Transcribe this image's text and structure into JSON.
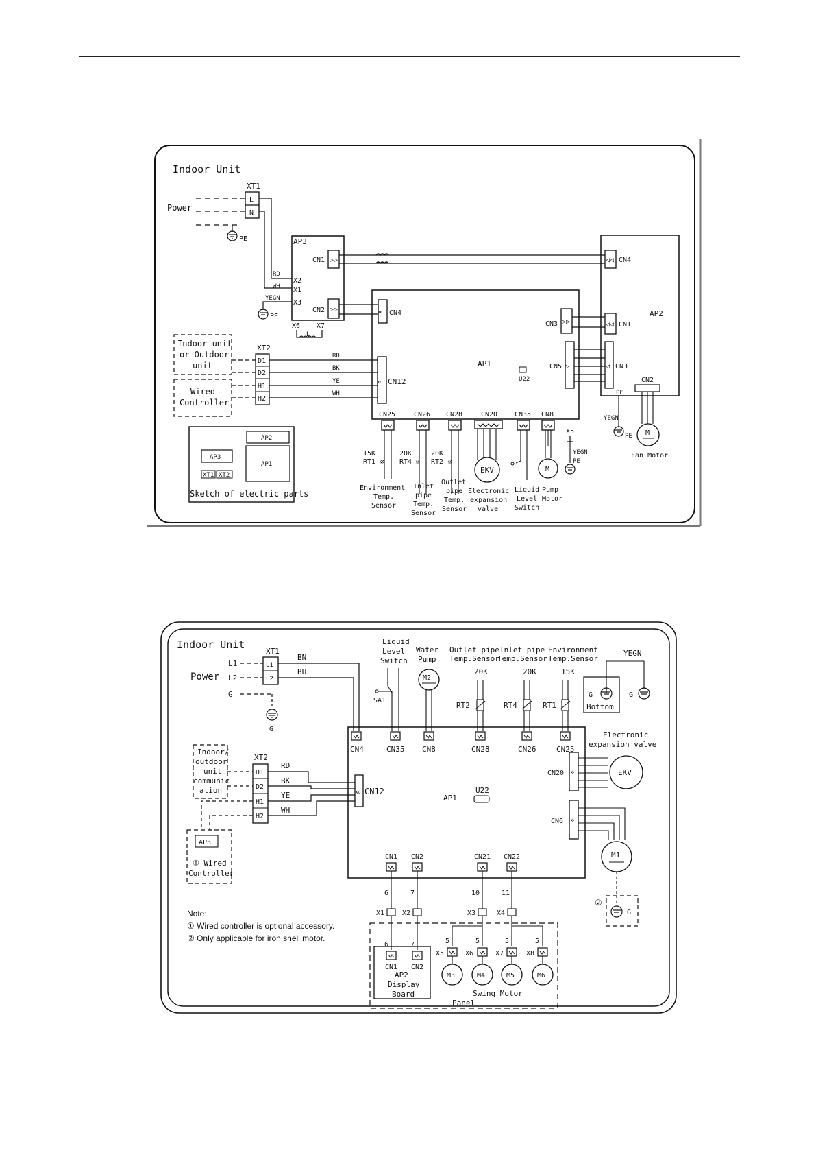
{
  "d1": {
    "title": "Indoor Unit",
    "power": "Power",
    "xt1": "XT1",
    "xt1_l": "L",
    "xt1_n": "N",
    "pe": "PE",
    "ap3": "AP3",
    "ap3_cn1": "CN1",
    "ap3_cn2": "CN2",
    "rd": "RD",
    "wh": "WH",
    "yegn": "YEGN",
    "x1": "X1",
    "x2": "X2",
    "x3": "X3",
    "x6": "X6",
    "x7": "X7",
    "l": "L",
    "box_outdoor": [
      "Indoor unit",
      "or Outdoor",
      "unit"
    ],
    "box_wired": [
      "Wired",
      "Controller"
    ],
    "xt2": "XT2",
    "d1t": "D1",
    "d2t": "D2",
    "h1t": "H1",
    "h2t": "H2",
    "rd2": "RD",
    "bk": "BK",
    "ye": "YE",
    "wh2": "WH",
    "ap1": "AP1",
    "u22": "U22",
    "cn4": "CN4",
    "cn12": "CN12",
    "cn3": "CN3",
    "cn5": "CN5",
    "cn25": "CN25",
    "cn26": "CN26",
    "cn28": "CN28",
    "cn20": "CN20",
    "cn35": "CN35",
    "cn8": "CN8",
    "x5": "X5",
    "yegn_pe": [
      "YEGN",
      "PE"
    ],
    "ap2": "AP2",
    "ap2_cn4": "CN4",
    "ap2_cn1": "CN1",
    "ap2_cn3": "CN3",
    "ap2_cn2": "CN2",
    "ap2_pe": "PE",
    "yegn3": "YEGN",
    "pe3": "PE",
    "m": "M",
    "fan_motor": "Fan Motor",
    "rt1": [
      "15K",
      "RT1"
    ],
    "rt4": [
      "20K",
      "RT4"
    ],
    "rt2": [
      "20K",
      "RT2"
    ],
    "ekv": "EKV",
    "pump_m": "M",
    "lbl_env": [
      "Environment",
      "Temp.",
      "Sensor"
    ],
    "lbl_inlet": [
      "Inlet",
      "pipe",
      "Temp.",
      "Sensor"
    ],
    "lbl_outlet": [
      "Outlet",
      "pipe",
      "Temp.",
      "Sensor"
    ],
    "lbl_ekv": [
      "Electronic",
      "expansion",
      "valve"
    ],
    "lbl_liquid": [
      "Liquid",
      "Level",
      "Switch"
    ],
    "lbl_pump": [
      "Pump",
      "Motor"
    ],
    "sketch": {
      "ap2": "AP2",
      "ap3": "AP3",
      "ap1": "AP1",
      "xt1": "XT1",
      "xt2": "XT2",
      "caption": "Sketch of electric parts"
    }
  },
  "d2": {
    "title": "Indoor Unit",
    "xt1": "XT1",
    "l1": "L1",
    "l2": "L2",
    "g": "G",
    "power": "Power",
    "xt1_l1": "L1",
    "xt1_l2": "L2",
    "bn": "BN",
    "bu": "BU",
    "g_bottom": "G",
    "liquid": [
      "Liquid",
      "Level",
      "Switch"
    ],
    "sa1": "SA1",
    "water_pump": [
      "Water",
      "Pump"
    ],
    "m2": "M2",
    "outlet": [
      "Outlet pipe",
      "Temp.Sensor"
    ],
    "inlet": [
      "Inlet pipe",
      "Temp.Sensor"
    ],
    "env": [
      "Environment",
      "Temp.Sensor"
    ],
    "k20a": "20K",
    "k20b": "20K",
    "k15": "15K",
    "rt2": "RT2",
    "rt4": "RT4",
    "rt1": "RT1",
    "yegn": "YEGN",
    "bottom": "Bottom",
    "g1": "G",
    "g2": "G",
    "cn4": "CN4",
    "cn35": "CN35",
    "cn8": "CN8",
    "cn28": "CN28",
    "cn26": "CN26",
    "cn25": "CN25",
    "elec_valve": [
      "Electronic",
      "expansion valve"
    ],
    "cn20": "CN20",
    "ekv": "EKV",
    "cn6": "CN6",
    "m1": "M1",
    "comm_box": [
      "Indoor/",
      "outdoor",
      "unit",
      "communic",
      "ation"
    ],
    "xt2": "XT2",
    "d1t": "D1",
    "d2t": "D2",
    "h1t": "H1",
    "h2t": "H2",
    "rd": "RD",
    "bk": "BK",
    "ye": "YE",
    "wh": "WH",
    "cn12": "CN12",
    "ap1": "AP1",
    "u22": "U22",
    "ap3": "AP3",
    "wired": [
      "① Wired",
      "Controller"
    ],
    "cn1": "CN1",
    "cn2": "CN2",
    "cn21": "CN21",
    "cn22": "CN22",
    "n6": "6",
    "n7": "7",
    "n10": "10",
    "n11": "11",
    "x1": "X1",
    "x2": "X2",
    "x3": "X3",
    "x4": "X4",
    "circle2": "②",
    "g_circle": "G",
    "note": "Note:",
    "note1": "① Wired controller is optional accessory.",
    "note2": "② Only applicable for iron shell motor.",
    "n6b": "6",
    "n7b": "7",
    "n5a": "5",
    "n5b": "5",
    "n5c": "5",
    "n5d": "5",
    "x5": "X5",
    "x6": "X6",
    "x7": "X7",
    "x8": "X8",
    "cn1b": "CN1",
    "cn2b": "CN2",
    "ap2": [
      "AP2",
      "Display",
      "Board"
    ],
    "m3": "M3",
    "m4": "M4",
    "m5": "M5",
    "m6": "M6",
    "swing": "Swing Motor",
    "panel": "Panel"
  }
}
